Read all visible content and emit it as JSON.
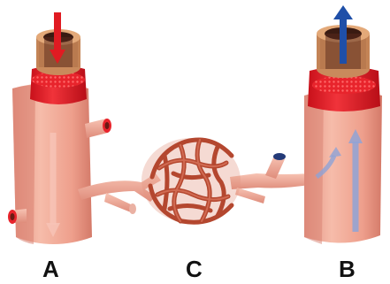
{
  "labels": {
    "a": "A",
    "c": "C",
    "b": "B"
  },
  "colors": {
    "vessel_skin": "#f0aa96",
    "vessel_shadow": "#d67f6e",
    "vessel_band": "#e8202a",
    "vessel_wall": "#c89366",
    "capillary": "#c9583f",
    "artery_flow_arrow": "#e01b22",
    "vein_flow_arrow": "#1f4fa8",
    "vein_inner_arrow": "#8fa3d6"
  }
}
